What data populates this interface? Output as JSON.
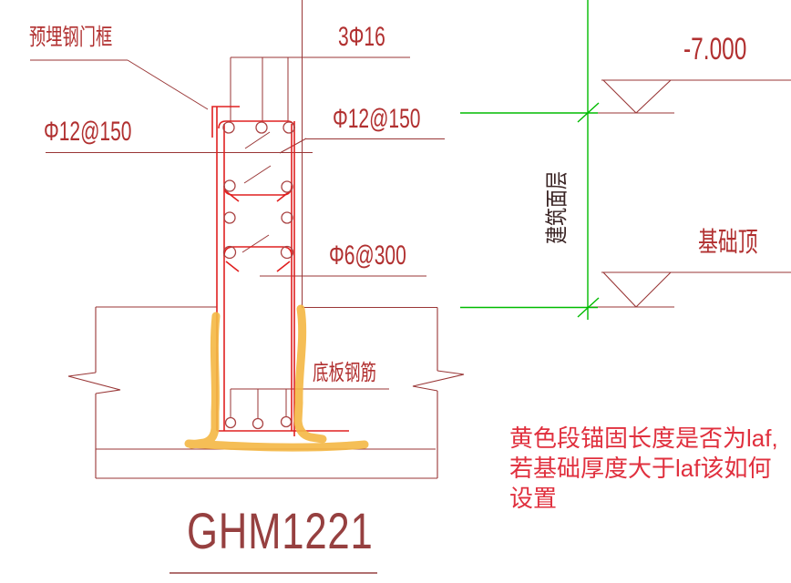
{
  "drawing": {
    "component_title": "GHM1221",
    "callouts": {
      "embedded_steel_door_frame": "预埋钢门框",
      "wall_rebar_left": "Φ12@150",
      "top_bars": "3Φ16",
      "wall_rebar_right": "Φ12@150",
      "stirrups": "Φ6@300",
      "bottom_slab_rebar": "底板钢筋"
    },
    "elevations": {
      "floor_elevation_value": "-7.000",
      "floor_finish_layer": "建筑面层",
      "foundation_top": "基础顶"
    },
    "question_note": {
      "line1": "黄色段锚固长度是否为laf,",
      "line2": "若基础厚度大于laf该如何",
      "line3": "设置"
    },
    "colors": {
      "annotation_red": "#b13030",
      "frame_bright_red": "#e02020",
      "thin_line_red": "#993636",
      "datum_green": "#00bb00",
      "highlight_yellow": "#f4b844",
      "question_text_red": "#e0303e",
      "finish_label_dark": "#3a2424",
      "title_color": "#964040",
      "background": "#ffffff"
    }
  }
}
